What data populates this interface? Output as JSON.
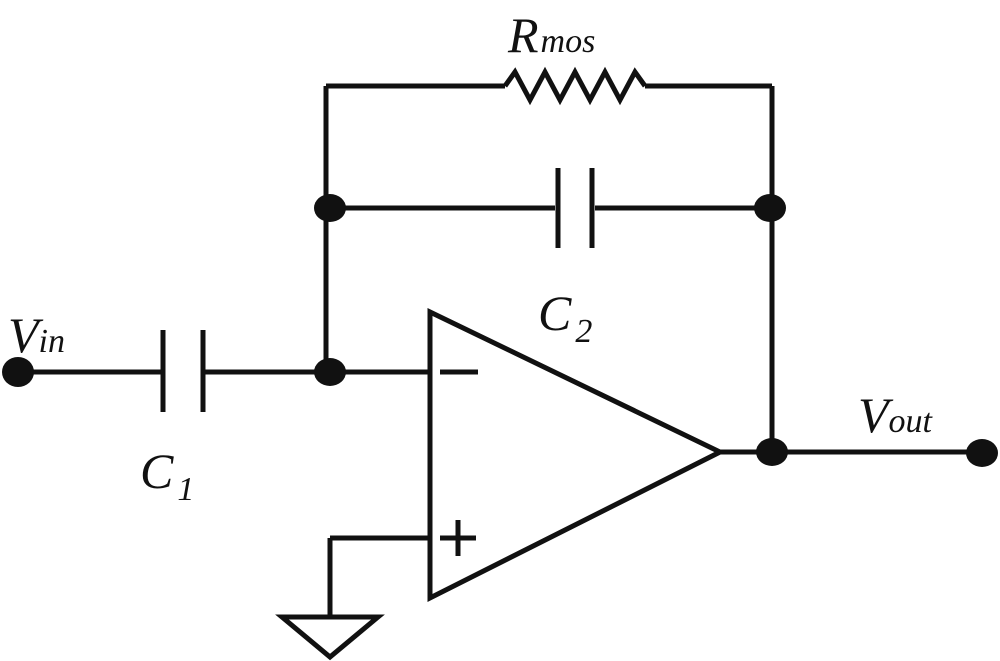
{
  "colors": {
    "wire": "#111111",
    "background": "#ffffff"
  },
  "labels": {
    "vin": {
      "main": "V",
      "sub": "in"
    },
    "vout": {
      "main": "V",
      "sub": "out"
    },
    "c1": {
      "main": "C",
      "sub": "1"
    },
    "c2": {
      "main": "C",
      "sub": "2"
    },
    "rmos": {
      "main": "R",
      "sub": "mos"
    }
  },
  "opamp": {
    "minus_sign": "−",
    "plus_sign": "+"
  }
}
